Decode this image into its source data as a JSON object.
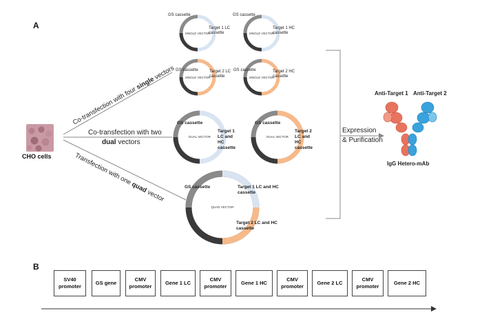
{
  "panels": {
    "a": "A",
    "b": "B"
  },
  "cho_label": "CHO cells",
  "arrows": {
    "single": {
      "pre": "Co-transfection with four ",
      "bold": "single",
      "post": " vectors"
    },
    "dual": {
      "pre": "Co-transfection with two",
      "bold": "dual",
      "post": " vectors"
    },
    "quad": {
      "pre": "Transfection  with one ",
      "bold": "quad",
      "post": " vector"
    }
  },
  "vectors": {
    "single_1": {
      "gs": "GS cassette",
      "target": "Target 1 LC cassette",
      "center": "SINGLE VECTOR"
    },
    "single_2": {
      "gs": "GS cassette",
      "target": "Target 1 HC cassette",
      "center": "SINGLE VECTOR"
    },
    "single_3": {
      "gs": "GS cassette",
      "target": "Target 2 LC cassette",
      "center": "SINGLE VECTOR"
    },
    "single_4": {
      "gs": "GS cassette",
      "target": "Target 2 HC cassette",
      "center": "SINGLE VECTOR"
    },
    "dual_1": {
      "gs": "GS cassette",
      "target": "Target 1 LC and HC cassette",
      "center": "DUAL VECTOR"
    },
    "dual_2": {
      "gs": "GS cassette",
      "target": "Target 2 LC and HC cassette",
      "center": "DUAL VECTOR"
    },
    "quad": {
      "gs": "GS cassette",
      "target1": "Target 1 LC and HC cassette",
      "target2": "Target 2 LC and HC cassette",
      "center": "QUAD VECTOR"
    }
  },
  "expression": {
    "line1": "Expression",
    "line2": "& Purification"
  },
  "antibody": {
    "anti1": "Anti-Target 1",
    "anti2": "Anti-Target 2",
    "name": "IgG Hetero-mAb"
  },
  "construct": [
    "SV40 promoter",
    "GS gene",
    "CMV promoter",
    "Gene 1 LC",
    "CMV promoter",
    "Gene 1 HC",
    "CMV promoter",
    "Gene 2 LC",
    "CMV promoter",
    "Gene 2 HC"
  ],
  "colors": {
    "dark": "#3a3a3a",
    "mid": "#8a8a8a",
    "blue": "#d9e4f2",
    "orange": "#f6b98a"
  }
}
